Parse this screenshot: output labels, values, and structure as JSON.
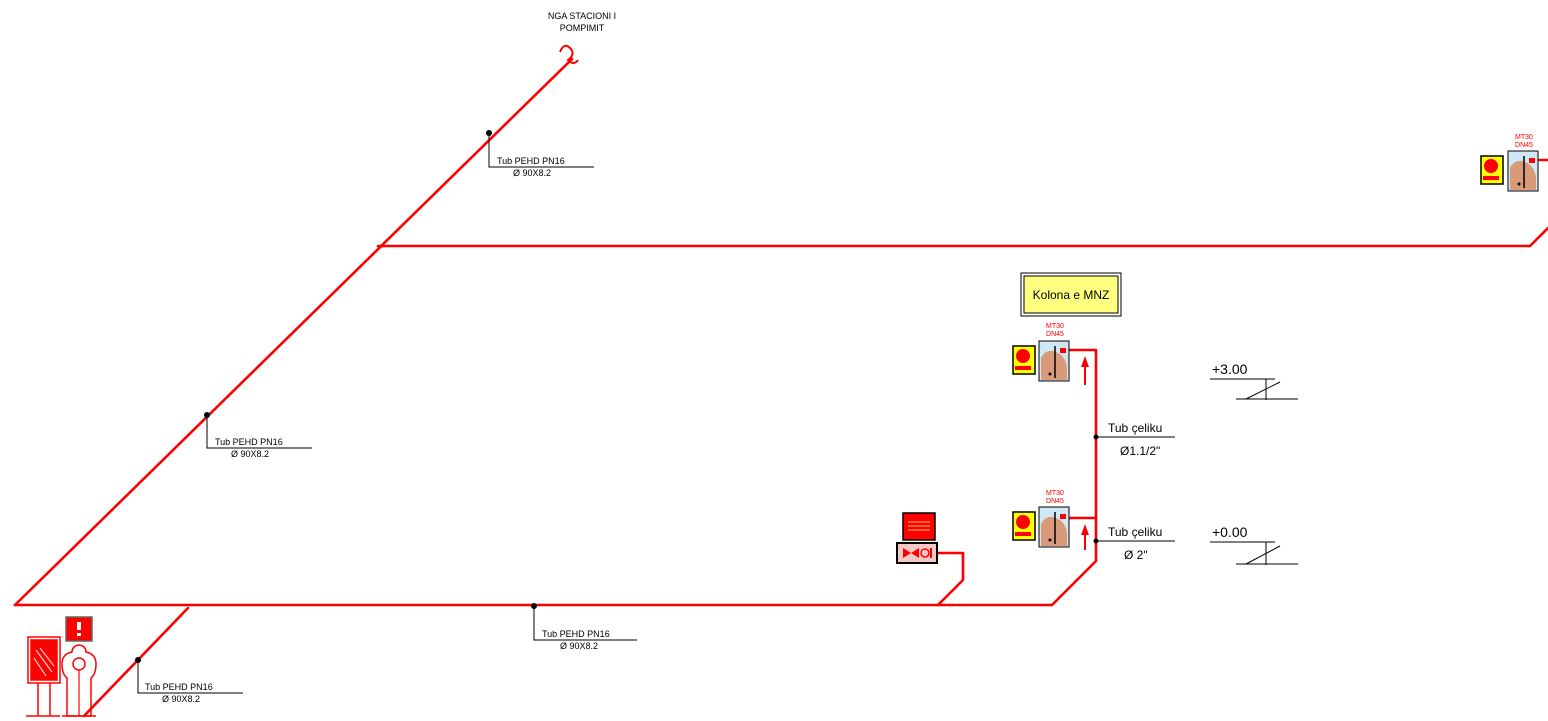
{
  "colors": {
    "pipe": "#ff0000",
    "leader": "#000000",
    "box_fill": "#ffff80",
    "cabinet_glass": "#cfe8f5",
    "cabinet_hose": "#d99a7a",
    "extinguisher_yellow": "#ffff00",
    "extinguisher_red": "#ff0000"
  },
  "source": {
    "line1": "NGA STACIONI I",
    "line2": "POMPIMIT"
  },
  "pipe_labels": {
    "pehd_a": {
      "top": "Tub PEHD PN16",
      "bottom": "Ø 90X8.2"
    },
    "pehd_b": {
      "top": "Tub PEHD PN16",
      "bottom": "Ø 90X8.2"
    },
    "pehd_c": {
      "top": "Tub PEHD PN16",
      "bottom": "Ø 90X8.2"
    },
    "pehd_d": {
      "top": "Tub PEHD PN16",
      "bottom": "Ø 90X8.2"
    },
    "steel_upper": {
      "top": "Tub çeliku",
      "bottom": "Ø1.1/2\""
    },
    "steel_lower": {
      "top": "Tub çeliku",
      "bottom": "Ø 2\""
    }
  },
  "column_title": "Kolona e MNZ",
  "cabinets": {
    "top_right": {
      "line1": "MT30",
      "line2": "DN45"
    },
    "upper": {
      "line1": "MT30",
      "line2": "DN45"
    },
    "lower": {
      "line1": "MT30",
      "line2": "DN45"
    }
  },
  "levels": {
    "upper": "+3.00",
    "lower": "+0.00"
  },
  "icons": {
    "cabinet": "hose-cabinet-icon",
    "extinguisher": "fire-extinguisher-icon",
    "valve": "valve-assembly-icon",
    "hydrant": "fire-hydrant-icon",
    "source_end": "pipe-end-icon"
  }
}
